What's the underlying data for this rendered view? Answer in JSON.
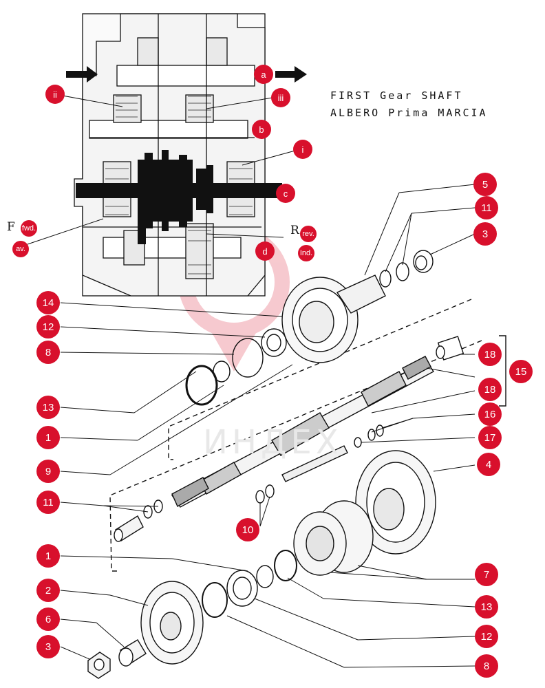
{
  "header": {
    "line1": "FIRST Gear SHAFT",
    "line2": "ALBERO Prima MARCIA"
  },
  "side_labels": {
    "fwd_prefix": "F",
    "fwd": "fwd.",
    "av": "av.",
    "rev_prefix": "R",
    "rev": "rev.",
    "ind": "Ind."
  },
  "section_callouts": [
    "a",
    "ii",
    "iii",
    "b",
    "i",
    "c",
    "d"
  ],
  "part_callouts": [
    "5",
    "11",
    "3",
    "14",
    "12",
    "8",
    "18",
    "15",
    "13",
    "18",
    "16",
    "1",
    "17",
    "9",
    "4",
    "11",
    "10",
    "1",
    "7",
    "13",
    "2",
    "12",
    "6",
    "3",
    "8"
  ],
  "watermark": {
    "text": "ИНДЕХ",
    "color": "#f3b3bb"
  },
  "colors": {
    "callout": "#d8102c",
    "line": "#111111"
  }
}
